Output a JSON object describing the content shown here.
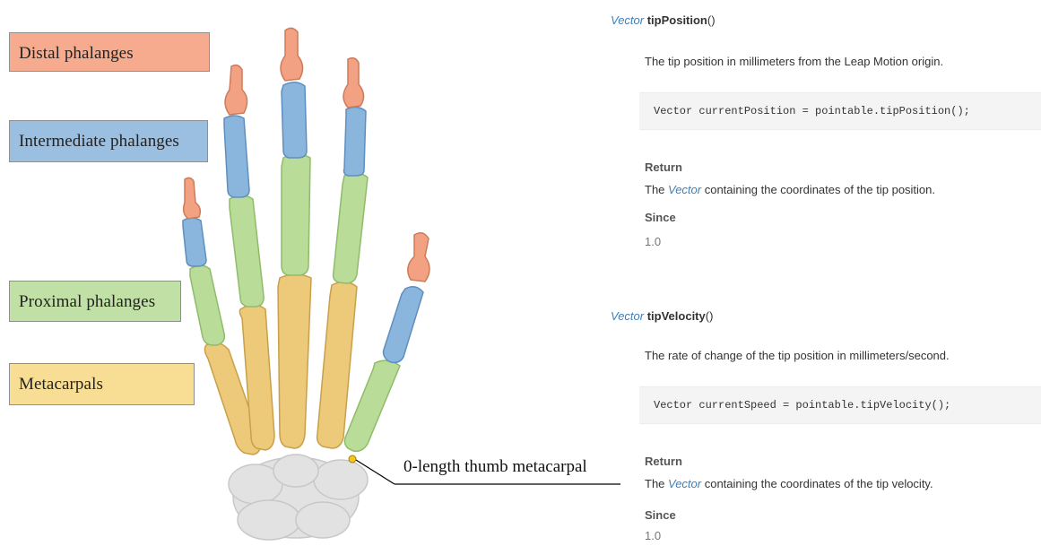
{
  "legend": {
    "distal": "Distal phalanges",
    "intermediate": "Intermediate phalanges",
    "proximal": "Proximal phalanges",
    "metacarpals": "Metacarpals",
    "thumb_note": "0-length thumb metacarpal"
  },
  "colors": {
    "distal": "#f6ab8e",
    "intermediate": "#9bbfe0",
    "proximal": "#c1e0a6",
    "metacarpals": "#f8de95",
    "carpals": "#dcdcdc",
    "link": "#3f7fb8"
  },
  "docs": [
    {
      "return_type": "Vector",
      "method": "tipPosition",
      "parens": "()",
      "description": "The tip position in millimeters from the Leap Motion origin.",
      "code": "Vector currentPosition = pointable.tipPosition();",
      "return_heading": "Return",
      "return_pre": "The ",
      "return_link": "Vector",
      "return_post": " containing the coordinates of the tip position.",
      "since_heading": "Since",
      "since_value": "1.0"
    },
    {
      "return_type": "Vector",
      "method": "tipVelocity",
      "parens": "()",
      "description": "The rate of change of the tip position in millimeters/second.",
      "code": "Vector currentSpeed = pointable.tipVelocity();",
      "return_heading": "Return",
      "return_pre": "The ",
      "return_link": "Vector",
      "return_post": " containing the coordinates of the tip velocity.",
      "since_heading": "Since",
      "since_value": "1.0"
    }
  ]
}
